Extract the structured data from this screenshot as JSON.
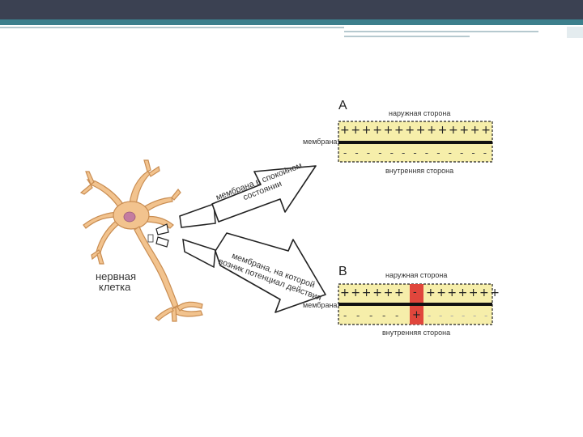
{
  "slide": {
    "colors": {
      "top_bar": "#3b4152",
      "accent_bar": "#3c7f8c",
      "membrane_fill": "#f6eeaa",
      "depolarized": "#e0463c",
      "neuron": "#f2c38e"
    }
  },
  "figure": {
    "cell_label_line1": "нервная",
    "cell_label_line2": "клетка",
    "arrow_top_line1": "мембрана в спокойном",
    "arrow_top_line2": "состоянии",
    "arrow_bottom_line1": "мембрана, на которой",
    "arrow_bottom_line2": "возник потенциал действия",
    "panel_a": {
      "letter": "A",
      "outer_label": "наружная сторона",
      "inner_label": "внутренняя сторона",
      "membrane_label": "мембрана",
      "outer_charges": [
        "+",
        "+",
        "+",
        "+",
        "+",
        "+",
        "+",
        "+",
        "+",
        "+",
        "+",
        "+",
        "+",
        "+"
      ],
      "inner_charges": [
        "-",
        "-",
        "-",
        "-",
        "-",
        "-",
        "-",
        "-",
        "-",
        "-",
        "-",
        "-",
        "-"
      ]
    },
    "panel_b": {
      "letter": "B",
      "outer_label": "наружная сторона",
      "inner_label": "внутренняя сторона",
      "membrane_label": "мембрана",
      "outer_charges_left": [
        "+",
        "+",
        "+",
        "+",
        "+",
        "+"
      ],
      "outer_charge_mid": "-",
      "outer_charges_right": [
        "+",
        "+",
        "+",
        "+",
        "+",
        "+",
        "+"
      ],
      "inner_charges_left": [
        "-",
        "-",
        "-",
        "-",
        "-"
      ],
      "inner_charge_mid": "+",
      "inner_charges_right": [
        "-",
        "-",
        "-",
        "-",
        "-",
        "-"
      ]
    }
  }
}
